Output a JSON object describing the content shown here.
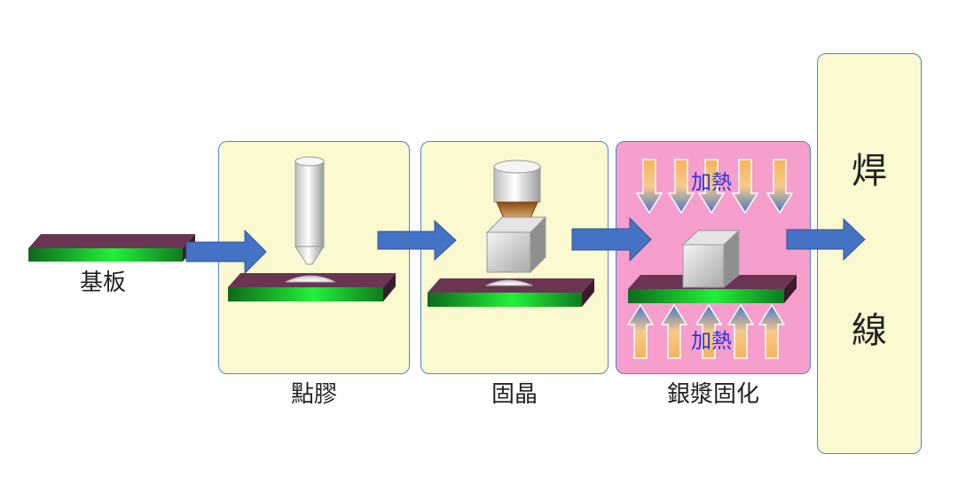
{
  "steps": {
    "substrate": "基板",
    "dispense": "點膠",
    "die_bond": "固晶",
    "cure": "銀漿固化",
    "heat_label": "加熱",
    "wire_bond_top": "焊",
    "wire_bond_bottom": "線"
  },
  "colors": {
    "panel_fill": "#fbf9cf",
    "cure_fill": "#f69fcc",
    "panel_border": "#4e88c7",
    "arrow": "#4472c4",
    "substrate_top": "#5a2d42",
    "substrate_stripe": "#22ee33"
  }
}
